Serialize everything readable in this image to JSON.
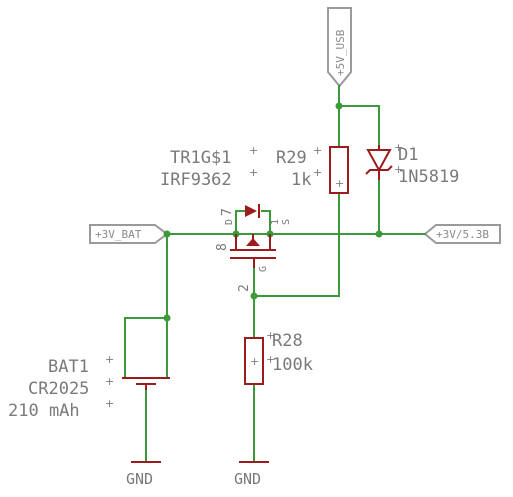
{
  "nets": {
    "usb": "+5V_USB",
    "bat": "+3V_BAT",
    "out": "+3V/5.3B",
    "gnd_left": "GND",
    "gnd_right": "GND"
  },
  "parts": {
    "tr1": {
      "name": "TR1G$1",
      "value": "IRF9362",
      "pins": {
        "d": "D",
        "d_num": "7",
        "s": "S",
        "s_num": "1",
        "g": "G",
        "top_num": "8",
        "bottom_num": "2"
      }
    },
    "r29": {
      "name": "R29",
      "value": "1k"
    },
    "d1": {
      "name": "D1",
      "value": "1N5819"
    },
    "r28": {
      "name": "R28",
      "value": "100k"
    },
    "bat1": {
      "name": "BAT1",
      "value": "CR2025",
      "capacity": "210 mAh"
    }
  },
  "symbols": {
    "plus": "+"
  },
  "colors": {
    "wire": "#3a9a3a",
    "part": "#9b1c1c",
    "label": "#9a9a9a",
    "text": "#7a7a7a"
  }
}
